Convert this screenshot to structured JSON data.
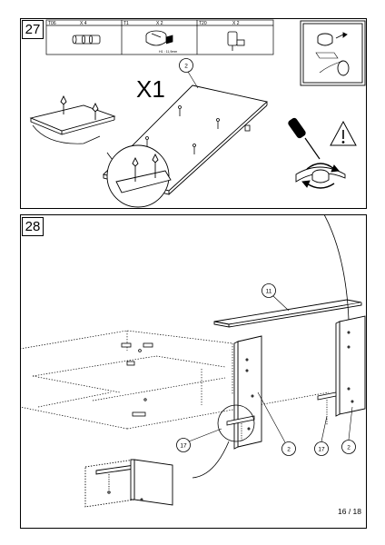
{
  "steps": [
    {
      "number": "27",
      "parts": [
        {
          "code": "T06",
          "qty": "X  4"
        },
        {
          "code": "T1",
          "qty": "X  2",
          "note": "H1 : 11,9mm"
        },
        {
          "code": "T20",
          "qty": "X  2"
        }
      ],
      "multiplier": "X1",
      "callouts": [
        "2"
      ]
    },
    {
      "number": "28",
      "callouts": [
        "11",
        "17",
        "2",
        "17",
        "2"
      ]
    }
  ],
  "page_number": "16 / 18",
  "colors": {
    "line": "#000000",
    "background": "#ffffff",
    "hint_gray": "#9a9a9a"
  },
  "icons": [
    "screwdriver-icon",
    "warning-triangle-icon",
    "rotate-arrow-icon",
    "cam-lock-icon"
  ]
}
